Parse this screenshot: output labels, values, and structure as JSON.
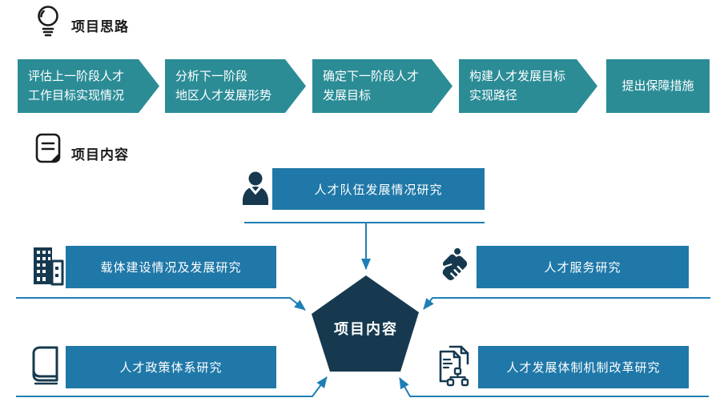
{
  "colors": {
    "teal": "#2b8c96",
    "blue": "#1f78a8",
    "navy": "#16394f",
    "arrow": "#1e7fb7",
    "ink": "#1a1a1a"
  },
  "sections": {
    "approach": {
      "title": "项目思路",
      "icon": "lightbulb-icon"
    },
    "content": {
      "title": "项目内容",
      "icon": "note-document-icon"
    }
  },
  "steps": [
    {
      "line1": "评估上一阶段人才",
      "line2": "工作目标实现情况"
    },
    {
      "line1": "分析下一阶段",
      "line2": "地区人才发展形势"
    },
    {
      "line1": "确定下一阶段人才",
      "line2": "发展目标"
    },
    {
      "line1": "构建人才发展目标",
      "line2": "实现路径"
    },
    {
      "line1": "提出保障措施"
    }
  ],
  "content_items": [
    {
      "position": "top",
      "icon": "businessman-icon",
      "label": "人才队伍发展情况研究"
    },
    {
      "position": "middle-left",
      "icon": "building-icon",
      "label": "载体建设情况及发展研究"
    },
    {
      "position": "middle-right",
      "icon": "handshake-icon",
      "label": "人才服务研究"
    },
    {
      "position": "bottom-left",
      "icon": "book-icon",
      "label": "人才政策体系研究"
    },
    {
      "position": "bottom-right",
      "icon": "document-flowchart-icon",
      "label": "人才发展体制机制改革研究"
    }
  ],
  "pentagon": {
    "label": "项目内容"
  }
}
